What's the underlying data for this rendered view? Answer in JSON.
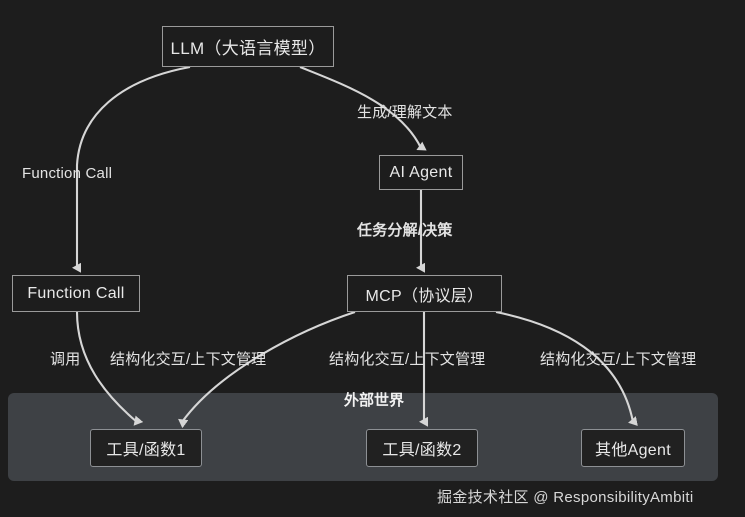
{
  "diagram": {
    "background_color": "#1d1d1d",
    "edge_color": "#d6d6d6",
    "nodes": {
      "llm": "LLM（大语言模型）",
      "ai_agent": "AI Agent",
      "function_call_node": "Function Call",
      "mcp": "MCP（协议层）",
      "tool1": "工具/函数1",
      "tool2": "工具/函数2",
      "other_agent": "其他Agent"
    },
    "edge_labels": {
      "generate_understand_text": "生成/理解文本",
      "function_call": "Function Call",
      "task_decompose_decision": "任务分解/决策",
      "invoke": "调用",
      "structured_interaction_1": "结构化交互/上下文管理",
      "structured_interaction_2": "结构化交互/上下文管理",
      "structured_interaction_3": "结构化交互/上下文管理"
    },
    "panel": {
      "title": "外部世界",
      "fill_color": "#3e4145"
    },
    "watermark": "掘金技术社区 @ ResponsibilityAmbiti"
  }
}
